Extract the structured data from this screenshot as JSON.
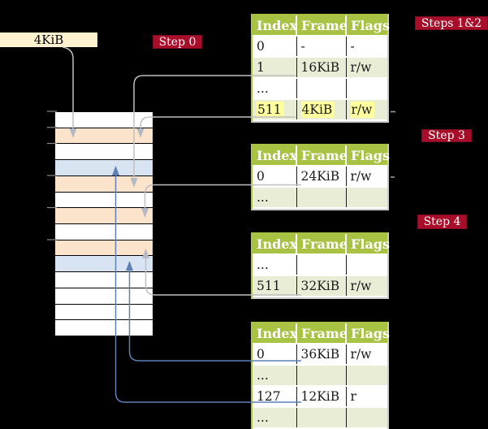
{
  "colors": {
    "background": "#000000",
    "badge_red": "#a80d2a",
    "badge_text": "#ffffff",
    "header_green": "#a8c243",
    "row_green": "#e9edd5",
    "row_white": "#ffffff",
    "highlight_yellow": "#ffff9e",
    "mem_orange": "#fce3cb",
    "mem_blue": "#d9e4f3",
    "label_cream": "#fdf2d0",
    "arrow_gray": "#bfbfbf",
    "arrow_gray_head": "#b3bac3",
    "arrow_blue": "#5d80b5",
    "table_border_light": "#cccccc",
    "cell_text": "#1a1a1a"
  },
  "frame_size_label": "4KiB",
  "badges": {
    "step0": "Step 0",
    "steps12": "Steps 1&2",
    "step3": "Step 3",
    "step4": "Step 4"
  },
  "memory": {
    "rows": [
      "white",
      "orange",
      "white",
      "blue",
      "orange",
      "white",
      "orange",
      "white",
      "orange",
      "blue",
      "white",
      "white",
      "white",
      "white"
    ]
  },
  "tables": [
    {
      "headers": [
        "Index",
        "Frame",
        "Flags"
      ],
      "rows": [
        {
          "cells": [
            "0",
            "-",
            "-"
          ]
        },
        {
          "cells": [
            "1",
            "16KiB",
            "r/w"
          ]
        },
        {
          "cells": [
            "...",
            "",
            ""
          ]
        },
        {
          "cells": [
            "511",
            "4KiB",
            "r/w"
          ],
          "highlighted": true
        }
      ]
    },
    {
      "headers": [
        "Index",
        "Frame",
        "Flags"
      ],
      "rows": [
        {
          "cells": [
            "0",
            "24KiB",
            "r/w"
          ]
        },
        {
          "cells": [
            "...",
            "",
            ""
          ]
        }
      ]
    },
    {
      "headers": [
        "Index",
        "Frame",
        "Flags"
      ],
      "rows": [
        {
          "cells": [
            "...",
            "",
            ""
          ]
        },
        {
          "cells": [
            "511",
            "32KiB",
            "r/w"
          ]
        }
      ]
    },
    {
      "headers": [
        "Index",
        "Frame",
        "Flags"
      ],
      "rows": [
        {
          "cells": [
            "0",
            "36KiB",
            "r/w"
          ]
        },
        {
          "cells": [
            "...",
            "",
            ""
          ]
        },
        {
          "cells": [
            "127",
            "12KiB",
            "r"
          ]
        },
        {
          "cells": [
            "...",
            "",
            ""
          ]
        }
      ]
    }
  ]
}
